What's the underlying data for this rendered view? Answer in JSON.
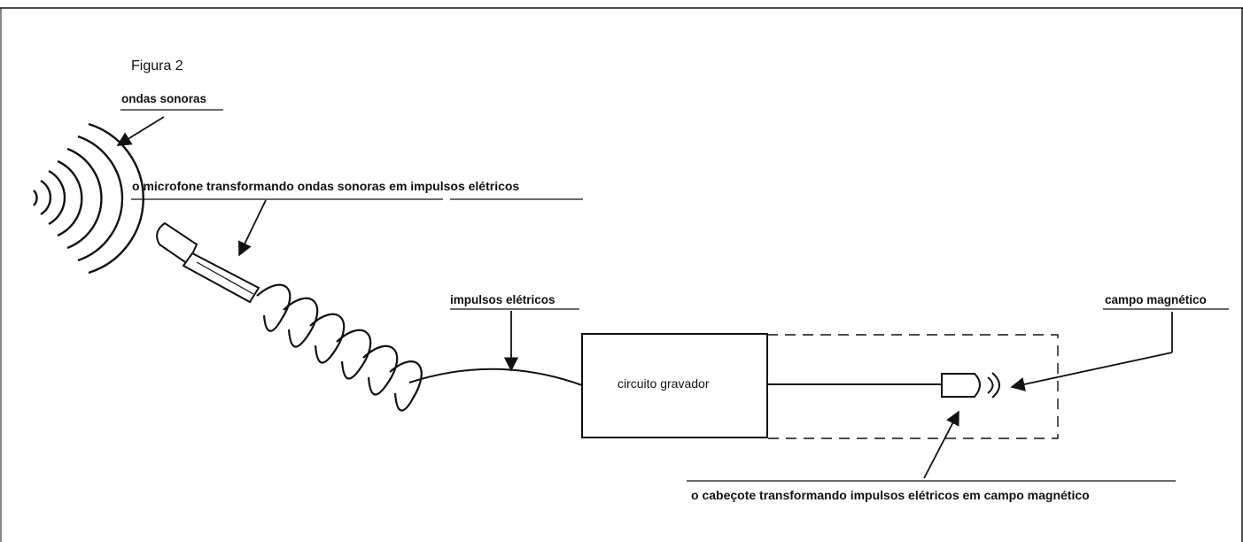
{
  "figure": {
    "caption": "Figura 2",
    "labels": {
      "sound_waves": "ondas sonoras",
      "microphone": "o microfone transformando ondas sonoras em impulsos elétricos",
      "electric_impulses": "impulsos elétricos",
      "recorder_circuit": "circuito gravador",
      "magnetic_field": "campo magnético",
      "head": "o cabeçote transformando impulsos elétricos em campo magnético"
    },
    "colors": {
      "ink": "#111111",
      "paper": "#ffffff"
    }
  }
}
